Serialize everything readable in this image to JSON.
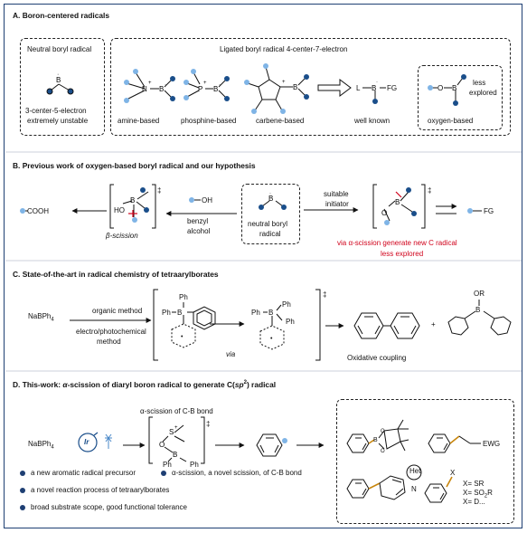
{
  "sectionA": {
    "title": "A. Boron-centered radicals",
    "neutral": {
      "title": "Neutral boryl radical",
      "line1": "3-center-5-electron",
      "line2": "extremely unstable"
    },
    "ligated": {
      "title": "Ligated boryl radical 4-center-7-electron",
      "amine": "amine-based",
      "phosphine": "phosphine-based",
      "carbene": "carbene-based",
      "wellknown": "well known",
      "oxygen": "oxygen-based",
      "less1": "less",
      "less2": "explored",
      "L": "L",
      "FG": "FG"
    }
  },
  "sectionB": {
    "title": "B. Previous work of oxygen-based boryl radical and our hypothesis",
    "cooh": "COOH",
    "beta": "β-scission",
    "oh": "OH",
    "benzyl1": "benzyl",
    "benzyl2": "alcohol",
    "neutral1": "neutral boryl",
    "neutral2": "radical",
    "suitable1": "suitable",
    "suitable2": "initiator",
    "FG": "FG",
    "red1": "via α-scission generate new C radical",
    "red2": "less explored",
    "ho": "HO",
    "dagger": "‡"
  },
  "sectionC": {
    "title": "C. State-of-the-art in radical chemistry of tetraarylborates",
    "reagent": "NaBPh",
    "reagent_sub": "4",
    "organic": "organic method",
    "electro1": "electro/photochemical",
    "electro2": "method",
    "via": "via",
    "oxcoupling": "Oxidative coupling",
    "plus": "+",
    "ph": "Ph",
    "B": "B",
    "OR": "OR",
    "dagger": "‡"
  },
  "sectionD": {
    "title_pre": "D. This-work: ",
    "title_alpha": "α",
    "title_mid": "-scission of diaryl boron radical to generate C(",
    "title_sp": "sp",
    "title_sup": "2",
    "title_post": ") radical",
    "reagent": "NaBPh",
    "reagent_sub": "4",
    "ir": "Ir",
    "alphacb": "α-scission of C-B bond",
    "ewg": "EWG",
    "het": "Het",
    "N": "N",
    "X": "X",
    "xsr": "X= SR",
    "xso2r_pre": "X= SO",
    "xso2r_sub": "2",
    "xso2r_post": "R",
    "xd": "X= D...",
    "bullets": [
      "a new aromatic radical precursor",
      "α-scission, a novel scission, of C-B bond",
      "a novel reaction process of tetraarylborates",
      "broad substrate scope, good functional tolerance"
    ],
    "ph": "Ph",
    "dagger": "‡"
  }
}
